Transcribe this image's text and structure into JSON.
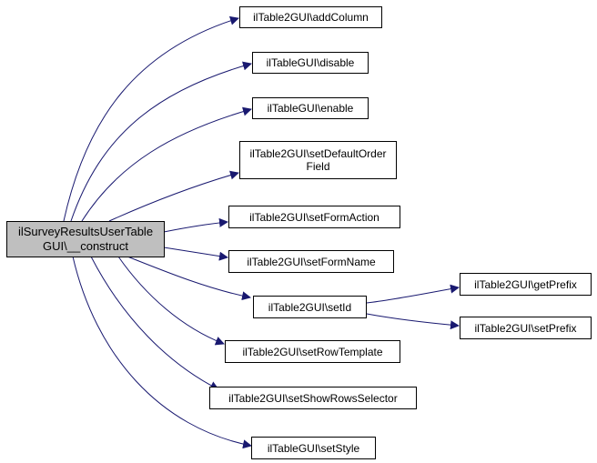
{
  "root": {
    "line1": "ilSurveyResultsUserTable",
    "line2": "GUI\\__construct"
  },
  "callees": [
    {
      "id": "addColumn",
      "label": "ilTable2GUI\\addColumn"
    },
    {
      "id": "disable",
      "label": "ilTableGUI\\disable"
    },
    {
      "id": "enable",
      "label": "ilTableGUI\\enable"
    },
    {
      "id": "setDefaultOrderField",
      "line1": "ilTable2GUI\\setDefaultOrder",
      "line2": "Field"
    },
    {
      "id": "setFormAction",
      "label": "ilTable2GUI\\setFormAction"
    },
    {
      "id": "setFormName",
      "label": "ilTable2GUI\\setFormName"
    },
    {
      "id": "setId",
      "label": "ilTable2GUI\\setId"
    },
    {
      "id": "setRowTemplate",
      "label": "ilTable2GUI\\setRowTemplate"
    },
    {
      "id": "setShowRowsSelector",
      "label": "ilTable2GUI\\setShowRowsSelector"
    },
    {
      "id": "setStyle",
      "label": "ilTableGUI\\setStyle"
    },
    {
      "id": "getPrefix",
      "label": "ilTable2GUI\\getPrefix"
    },
    {
      "id": "setPrefix",
      "label": "ilTable2GUI\\setPrefix"
    }
  ],
  "colors": {
    "edge": "#191970",
    "root_fill": "#bfbfbf",
    "node_fill": "#ffffff",
    "border": "#000000"
  }
}
